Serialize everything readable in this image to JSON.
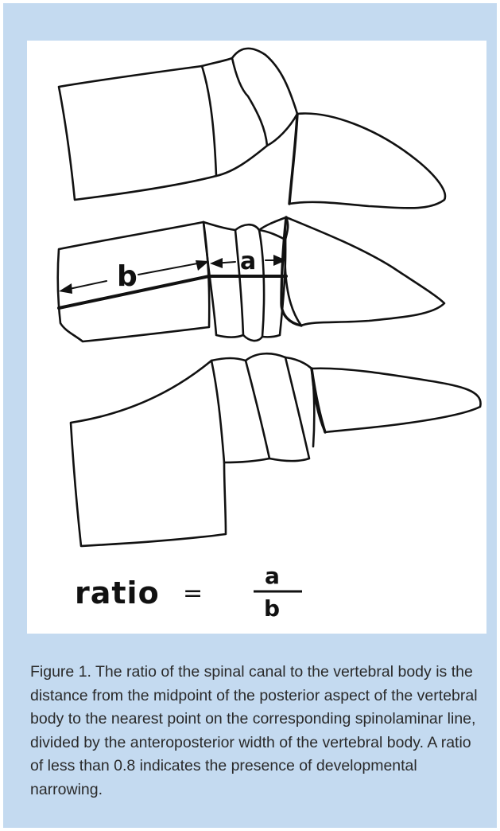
{
  "figure": {
    "label_a": "a",
    "label_b": "b",
    "ratio_word": "ratio",
    "equals": "=",
    "numerator": "a",
    "denominator": "b"
  },
  "caption": "Figure 1. The ratio of the spinal canal to the vertebral body is the distance from the midpoint of the posterior aspect of the vertebral body to the nearest point on the corresponding spinolaminar line, divided by the anteroposterior width of the vertebral body. A ratio of less than 0.8 indicates the presence of developmental narrowing.",
  "colors": {
    "background": "#c4daf0",
    "panel": "#ffffff",
    "ink": "#111111"
  }
}
